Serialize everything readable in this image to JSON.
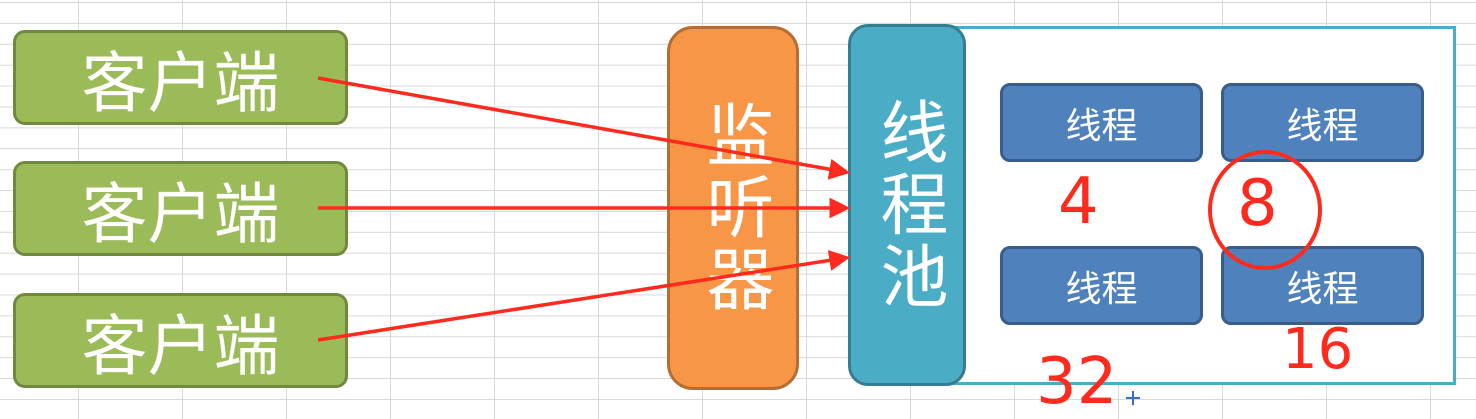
{
  "clients": [
    {
      "label": "客户端"
    },
    {
      "label": "客户端"
    },
    {
      "label": "客户端"
    }
  ],
  "listener": {
    "label": "监听器"
  },
  "thread_pool": {
    "label": "线程池",
    "threads": [
      {
        "label": "线程"
      },
      {
        "label": "线程"
      },
      {
        "label": "线程"
      },
      {
        "label": "线程"
      }
    ]
  },
  "annotations": {
    "n4": "4",
    "n8": "8",
    "n16": "16",
    "n32": "32"
  },
  "colors": {
    "client_fill": "#9bbb59",
    "listener_fill": "#f79646",
    "pool_fill": "#4bacc6",
    "thread_fill": "#4f81bd",
    "arrow": "#ff2a1e",
    "annotation": "#ff2a1e"
  }
}
